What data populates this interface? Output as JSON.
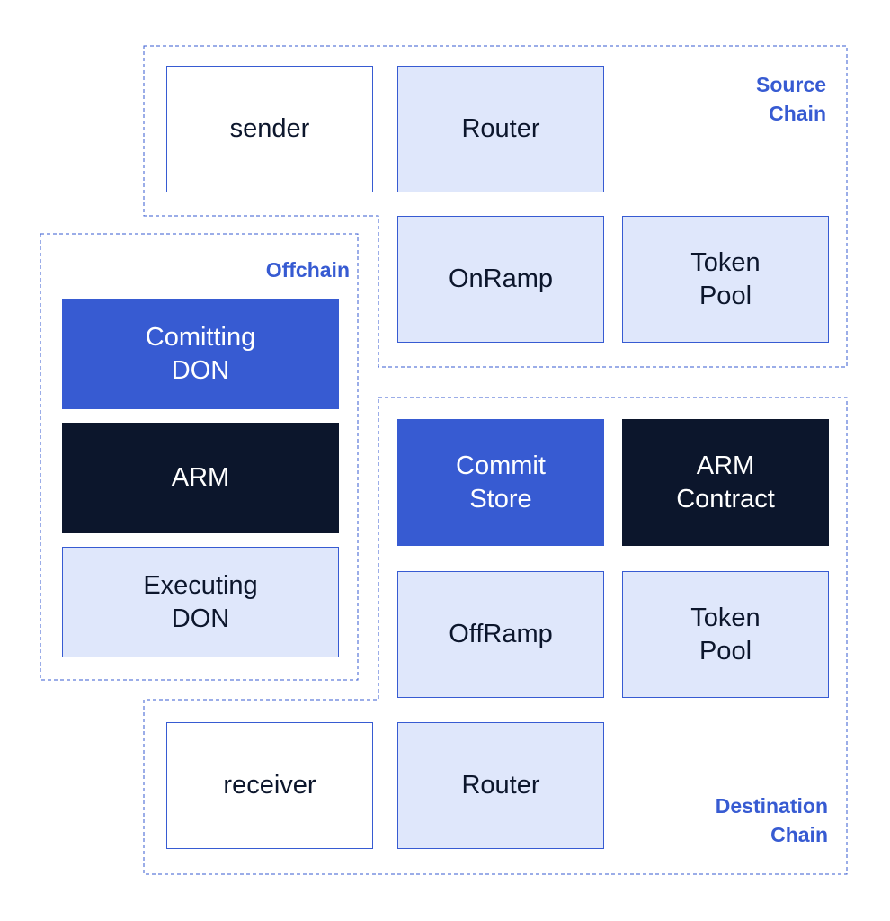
{
  "source_chain": {
    "label": "Source\nChain",
    "nodes": {
      "sender": "sender",
      "router": "Router",
      "onramp": "OnRamp",
      "token_pool": "Token\nPool"
    }
  },
  "offchain": {
    "label": "Offchain",
    "nodes": {
      "committing_don": "Comitting\nDON",
      "arm": "ARM",
      "executing_don": "Executing\nDON"
    }
  },
  "destination_chain": {
    "label": "Destination\nChain",
    "nodes": {
      "commit_store": "Commit\nStore",
      "arm_contract": "ARM\nContract",
      "offramp": "OffRamp",
      "token_pool": "Token\nPool",
      "receiver": "receiver",
      "router": "Router"
    }
  },
  "colors": {
    "accent_blue": "#375bd2",
    "dark_navy": "#0c162c",
    "light_fill": "#dfe7fb",
    "border_blue": "#375bd2"
  }
}
